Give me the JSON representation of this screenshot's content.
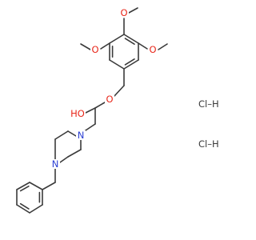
{
  "molecule": {
    "atom_labels": {
      "methoxy_o_top": "O",
      "methoxy_o_left": "O",
      "methoxy_o_right": "O",
      "ether_o": "O",
      "hydroxyl": "HO",
      "n_top": "N",
      "n_bottom": "N"
    },
    "salt_labels": [
      "Cl–H",
      "Cl–H"
    ]
  },
  "colors": {
    "bond": "#3a3a3a",
    "oxygen": "#e8271a",
    "nitrogen": "#2b3fd4",
    "chlorine": "#3a3a3a"
  }
}
